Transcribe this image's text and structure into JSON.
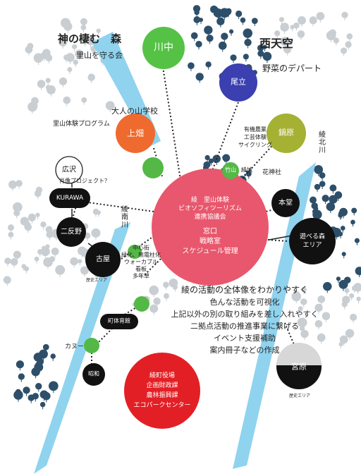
{
  "colors": {
    "river": "#8fd3ef",
    "tree_dark": "#2e4f6a",
    "tree_light": "#c9ced2",
    "hub": "#e8576d",
    "kawanaka": "#55c246",
    "odate": "#3b3fb0",
    "kamihata": "#ef6a2f",
    "nabehara": "#a4b133",
    "town": "#e31f26",
    "small_green": "#53b846",
    "black": "#111111",
    "miyahara": "#111111"
  },
  "titles": {
    "forest": "神の棲む　森",
    "satoyama": "里山を守る会",
    "nishitenku": "西天空",
    "vegetable": "野菜のデパート",
    "adult_school": "大人の山学校",
    "satoyama_program": "里山体験プログラム",
    "organic": [
      "有機農業",
      "工芸体験",
      "サイクリング"
    ],
    "hanajinja": "花神社",
    "portrait": "肖像プロジェクト？",
    "river_south": "綾南川",
    "river_north": "綾北川",
    "center_area": [
      "中心街",
      "緑化、無電柱化",
      "ウォーカブル",
      "看板",
      "多年草"
    ],
    "history_left": "歴史エリア",
    "history_right": "歴史エリア",
    "canoe": "カヌー"
  },
  "nodes": {
    "kawanaka": "川中",
    "odate": "尾立",
    "kamihata": "上畑",
    "nabehara": "鍋原",
    "takeyama": "竹山",
    "ayajo": "綾城",
    "hirosawa": "広沢",
    "kurawa": "KURAWA",
    "futatsuno": "二反野",
    "furuya": "古屋",
    "motodou": "本堂",
    "asoberu": [
      "遊べる森",
      "エリア"
    ],
    "machiiku": "町体育館",
    "showa": "昭和",
    "miyahara": "宮原"
  },
  "hub": {
    "lines_top": [
      "綾　里山体験",
      "ビオソフィツーリズム",
      "連携協議会"
    ],
    "lines_bottom": [
      "窓口",
      "戦略室",
      "スケジュール管理"
    ]
  },
  "town": {
    "lines": [
      "綾町役場",
      "企画財政課",
      "農林振興課",
      "エコパークセンター"
    ]
  },
  "activities": {
    "lines": [
      "綾の活動の全体像をわかりやすく",
      "色んな活動を可視化",
      "上記以外の別の取り組みを差し入れやすく",
      "二拠点活動の推進事業に繋げる",
      "イベント支援補助",
      "案内冊子などの作成"
    ]
  }
}
